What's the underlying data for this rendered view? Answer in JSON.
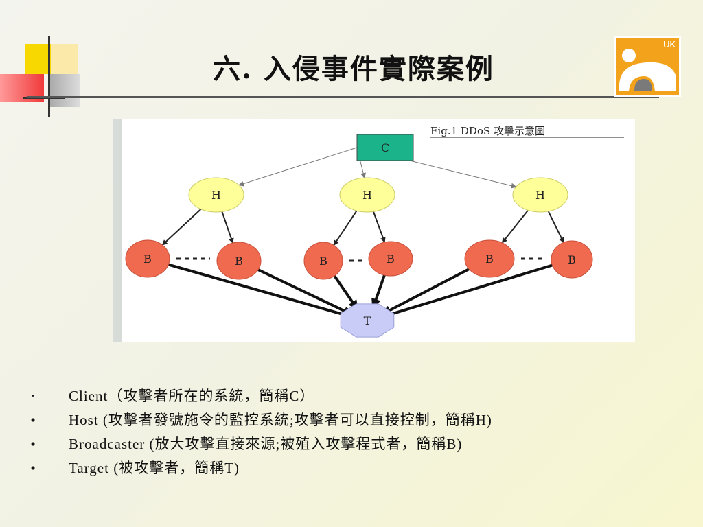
{
  "slide": {
    "title": "六. 入侵事件實際案例",
    "logo_text": "UK",
    "figure_caption": "Fig.1 DDoS 攻擊示意圖"
  },
  "diagram": {
    "nodes": [
      {
        "id": "c",
        "label": "C",
        "shape": "rect",
        "color": "#1ab38a"
      },
      {
        "id": "h1",
        "label": "H",
        "shape": "ellipse",
        "color": "#ffff99"
      },
      {
        "id": "h2",
        "label": "H",
        "shape": "ellipse",
        "color": "#ffff99"
      },
      {
        "id": "h3",
        "label": "H",
        "shape": "ellipse",
        "color": "#ffff99"
      },
      {
        "id": "b1",
        "label": "B",
        "shape": "ellipse",
        "color": "#f06a50"
      },
      {
        "id": "b2",
        "label": "B",
        "shape": "ellipse",
        "color": "#f06a50"
      },
      {
        "id": "b3",
        "label": "B",
        "shape": "ellipse",
        "color": "#f06a50"
      },
      {
        "id": "b4",
        "label": "B",
        "shape": "ellipse",
        "color": "#f06a50"
      },
      {
        "id": "b5",
        "label": "B",
        "shape": "ellipse",
        "color": "#f06a50"
      },
      {
        "id": "b6",
        "label": "B",
        "shape": "ellipse",
        "color": "#f06a50"
      },
      {
        "id": "t",
        "label": "T",
        "shape": "octagon",
        "color": "#c8ccf6"
      }
    ],
    "edges": [
      [
        "c",
        "h1"
      ],
      [
        "c",
        "h2"
      ],
      [
        "c",
        "h3"
      ],
      [
        "h1",
        "b1"
      ],
      [
        "h1",
        "b2"
      ],
      [
        "h2",
        "b3"
      ],
      [
        "h2",
        "b4"
      ],
      [
        "h3",
        "b5"
      ],
      [
        "h3",
        "b6"
      ],
      [
        "b1",
        "t"
      ],
      [
        "b2",
        "t"
      ],
      [
        "b3",
        "t"
      ],
      [
        "b4",
        "t"
      ],
      [
        "b5",
        "t"
      ],
      [
        "b6",
        "t"
      ]
    ],
    "dotted_links": [
      [
        "b1",
        "b2"
      ],
      [
        "b3",
        "b4"
      ],
      [
        "b5",
        "b6"
      ]
    ]
  },
  "bullets": [
    {
      "marker": "·",
      "text": "Client（攻擊者所在的系統，簡稱C）"
    },
    {
      "marker": "•",
      "text": "Host (攻擊者發號施令的監控系統;攻擊者可以直接控制，簡稱H)"
    },
    {
      "marker": "•",
      "text": "Broadcaster (放大攻擊直接來源;被殖入攻擊程式者，簡稱B)"
    },
    {
      "marker": "•",
      "text": "Target (被攻擊者，簡稱T)"
    }
  ]
}
